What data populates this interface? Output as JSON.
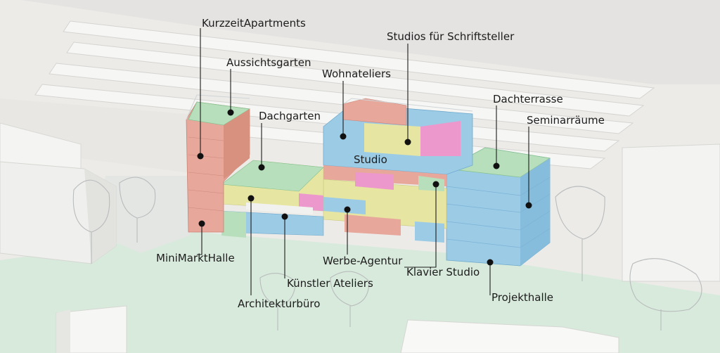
{
  "labels": {
    "kurzzeit": "KurzzeitApartments",
    "aussicht": "Aussichtsgarten",
    "studios_schrift": "Studios für Schriftsteller",
    "wohnateliers": "Wohnateliers",
    "dachgarten": "Dachgarten",
    "dachterrasse": "Dachterrasse",
    "seminar": "Seminarräume",
    "studio": "Studio",
    "minimarkt": "MiniMarktHalle",
    "werbe": "Werbe-Agentur",
    "klavier": "Klavier Studio",
    "kuenstler": "Künstler Ateliers",
    "projekthalle": "Projekthalle",
    "architektur": "Architekturbüro"
  },
  "colors": {
    "red": "#e7a79b",
    "green": "#b7dfbc",
    "yellow": "#e6e5a2",
    "blue": "#9ccbe6",
    "pink": "#ec98cc",
    "ground_green": "#d7eadb"
  }
}
